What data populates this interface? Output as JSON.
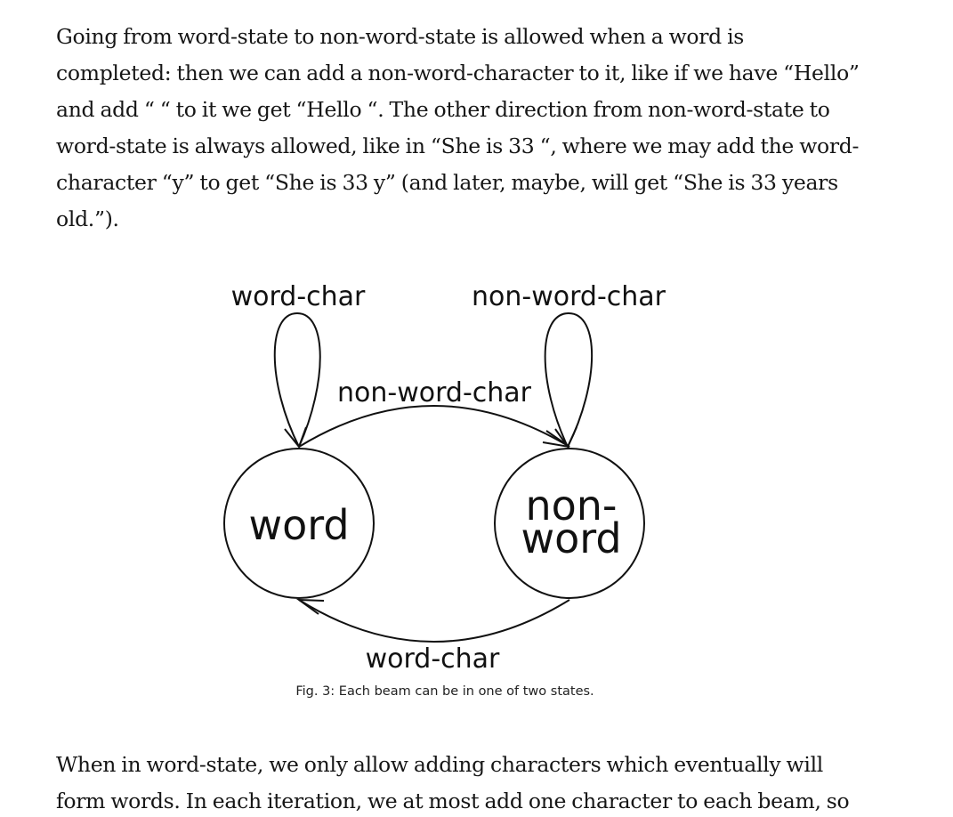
{
  "paragraph_1": {
    "lines": [
      "Going from word-state to non-word-state is allowed when a word is",
      "completed: then we can add a non-word-character to it, like if we have “Hello”",
      "and add “ “ to it we get “Hello “. The other direction from non-word-state to",
      "word-state is always allowed, like in “She is 33 “, where we may add the word-",
      "character “y” to get “She is 33 y” (and later, maybe, will get “She is 33 years",
      "old.”)."
    ]
  },
  "figure": {
    "states": {
      "word": "word",
      "non_word_line1": "non-",
      "non_word_line2": "word"
    },
    "edges": {
      "self_loop_word": "word-char",
      "self_loop_non_word": "non-word-char",
      "word_to_non_word": "non-word-char",
      "non_word_to_word": "word-char"
    },
    "caption": "Fig. 3: Each beam can be in one of two states."
  },
  "paragraph_2": {
    "lines": [
      "When in word-state, we only allow adding characters which eventually will",
      "form words. In each iteration, we at most add one character to each beam, so"
    ]
  }
}
